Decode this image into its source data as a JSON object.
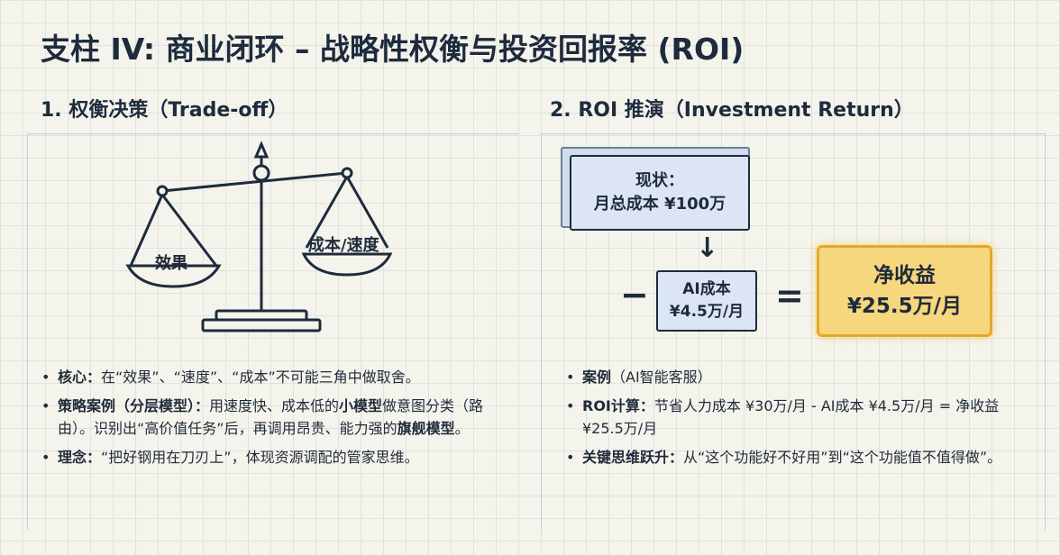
{
  "title": "支柱 IV: 商业闭环 – 战略性权衡与投资回报率 (ROI)",
  "left": {
    "heading": "1. 权衡决策（Trade-off）",
    "scale": {
      "left_pan": "效果",
      "right_pan": "成本/速度"
    },
    "bullets": [
      {
        "bold": "核心：",
        "text": "在“效果”、“速度”、“成本”不可能三角中做取舍。"
      },
      {
        "bold": "策略案例（分层模型）：",
        "text": "用速度快、成本低的",
        "bold2": "小模型",
        "text2": "做意图分类（路由）。识别出“高价值任务”后，再调用昂贵、能力强的",
        "bold3": "旗舰模型",
        "text3": "。"
      },
      {
        "bold": "理念：",
        "text": "“把好钢用在刀刃上”，体现资源调配的管家思维。"
      }
    ]
  },
  "right": {
    "heading": "2. ROI 推演（Investment Return）",
    "status_box": {
      "line1": "现状：",
      "line2": "月总成本 ¥100万"
    },
    "minus": "−",
    "ai_box": {
      "line1": "AI成本",
      "line2": "¥4.5万/月"
    },
    "equals": "=",
    "result_box": {
      "line1": "净收益",
      "line2": "¥25.5万/月"
    },
    "bullets": [
      {
        "bold": "案例",
        "text": "（AI智能客服）"
      },
      {
        "bold": "ROI计算：",
        "text": "节省人力成本 ¥30万/月 - AI成本 ¥4.5万/月 = 净收益 ¥25.5万/月"
      },
      {
        "bold": "关键思维跃升：",
        "text": "从“这个功能好不好用”到“这个功能值不值得做”。"
      }
    ]
  },
  "colors": {
    "navy": "#1d2b3d",
    "gold_fill": "#f6d77e",
    "gold_border": "#e2a92a",
    "blue_fill": "#dbe5f3"
  }
}
